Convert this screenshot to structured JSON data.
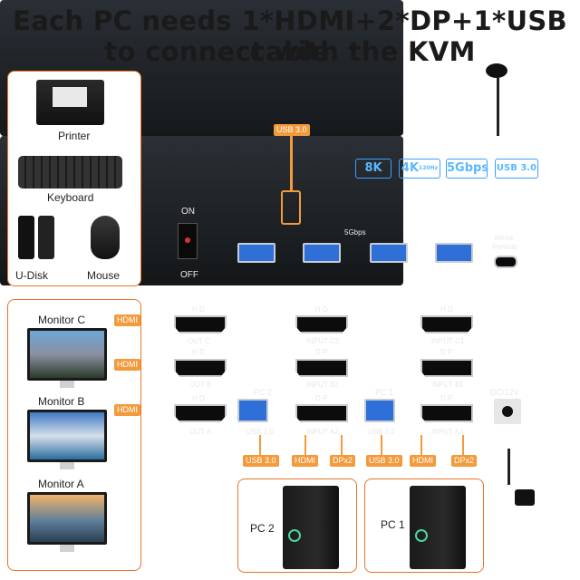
{
  "title": {
    "line1": "Each PC needs 1*HDMI+2*DP+1*USB cable",
    "line2": "to connect with the KVM"
  },
  "peripherals": {
    "printer": "Printer",
    "keyboard": "Keyboard",
    "udisk": "U-Disk",
    "mouse": "Mouse"
  },
  "monitors": {
    "c": "Monitor C",
    "b": "Monitor B",
    "a": "Monitor A"
  },
  "front_panel": {
    "badges": [
      "8K",
      "4K",
      "5Gbps",
      "USB 3.0"
    ],
    "badge_4k_sub": "120Hz",
    "usb_speed": "5Gbps",
    "switch_on": "ON",
    "switch_off": "OFF",
    "wired_remote_1": "Wired",
    "wired_remote_2": "Remote"
  },
  "rear_panel": {
    "hd": "H D",
    "dp": "D P",
    "out_c": "OUT C",
    "out_b": "OUT B",
    "out_a": "OUT A",
    "input_c2": "INPUT C2",
    "input_b2": "INPUT B2",
    "input_a2": "INPUT A2",
    "input_c1": "INPUT C1",
    "input_b1": "INPUT B1",
    "input_a1": "INPUT A1",
    "pc2": "PC 2",
    "pc1": "PC 1",
    "usb30": "USB 3.0",
    "dc": "DC/12V"
  },
  "cable_tags": {
    "usb30": "USB 3.0",
    "hdmi": "HDMI",
    "dpx2": "DPx2"
  },
  "pcs": {
    "pc2": "PC 2",
    "pc1": "PC 1"
  },
  "colors": {
    "accent": "#f39a3c",
    "badge": "#3aa0ff",
    "usb_blue": "#2f6fd8"
  }
}
